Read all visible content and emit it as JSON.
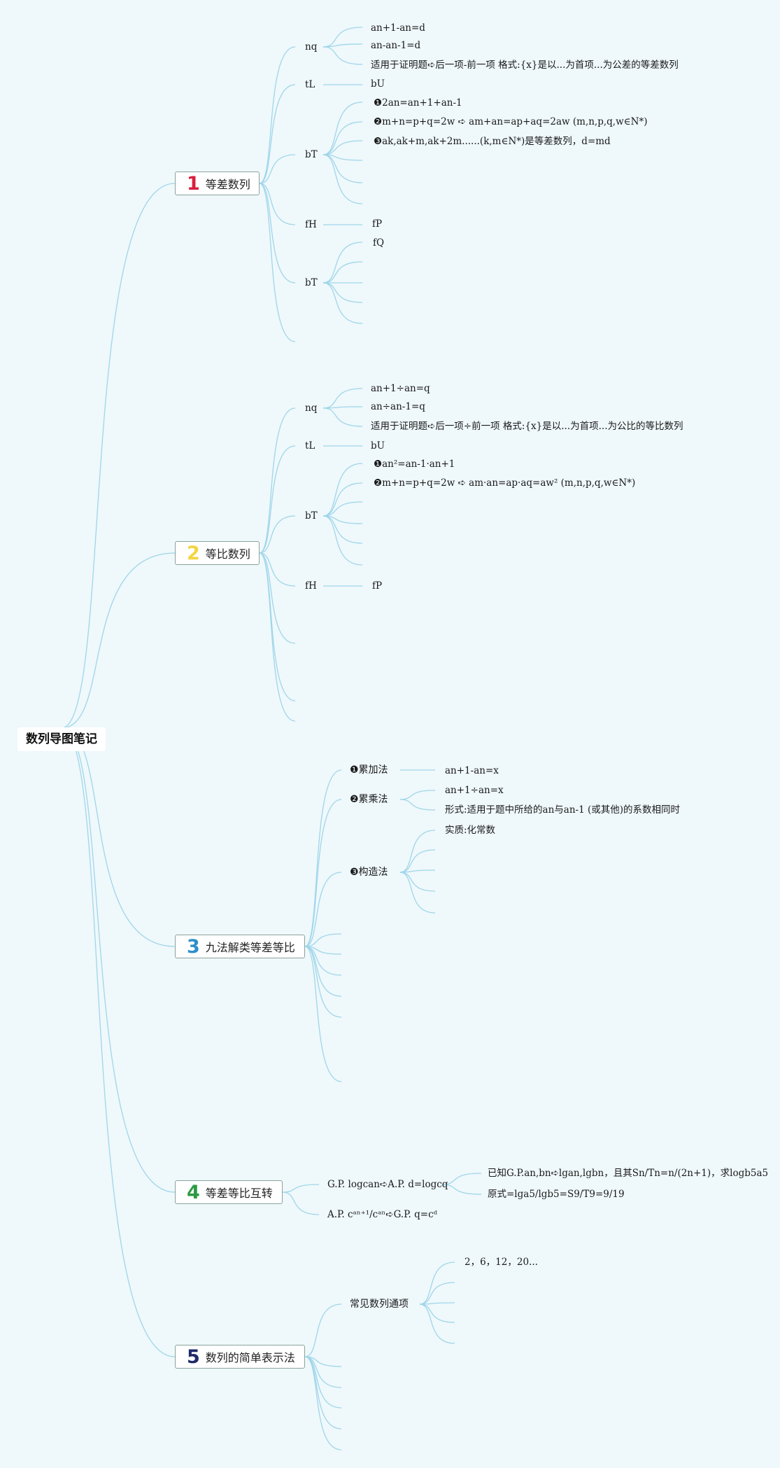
{
  "root": {
    "title": "数列导图笔记"
  },
  "colors": {
    "line": "#9fd6ea",
    "t1": "#d8203f",
    "t2": "#f2d541",
    "t3": "#2e8fc9",
    "t4": "#2d9a45",
    "t5": "#1f2a6b"
  },
  "topics": [
    {
      "num": "1",
      "title": "等差数列",
      "branches": [
        {
          "label": "nq",
          "items": [
            "an+1-an=d",
            "an-an-1=d",
            "适用于证明题➪后一项-前一项 格式:{x}是以...为首项...为公差的等差数列"
          ]
        },
        {
          "label": "tL",
          "items": [
            "bU"
          ]
        },
        {
          "label": "bT",
          "items": [
            "❶2an=an+1+an-1",
            "❷m+n=p+q=2w ➪ am+an=ap+aq=2aw (m,n,p,q,w∈N*)",
            "❸ak,ak+m,ak+2m......(k,m∈N*)是等差数列，d=md"
          ]
        },
        {
          "label": "fH",
          "items": [
            "fP"
          ]
        },
        {
          "label": "bT",
          "items": [
            "fQ"
          ]
        }
      ]
    },
    {
      "num": "2",
      "title": "等比数列",
      "branches": [
        {
          "label": "nq",
          "items": [
            "an+1÷an=q",
            "an÷an-1=q",
            "适用于证明题➪后一项÷前一项 格式:{x}是以...为首项...为公比的等比数列"
          ]
        },
        {
          "label": "tL",
          "items": [
            "bU"
          ]
        },
        {
          "label": "bT",
          "items": [
            "❶an²=an-1·an+1",
            "❷m+n=p+q=2w ➪ am·an=ap·aq=aw² (m,n,p,q,w∈N*)"
          ]
        },
        {
          "label": "fH",
          "items": [
            "fP"
          ]
        }
      ]
    },
    {
      "num": "3",
      "title": "九法解类等差等比",
      "branches": [
        {
          "label": "❶累加法",
          "items": [
            "an+1-an=x"
          ]
        },
        {
          "label": "❷累乘法",
          "items": [
            "an+1÷an=x",
            "形式:适用于题中所给的an与an-1 (或其他)的系数相同时"
          ]
        },
        {
          "label": "❸构造法",
          "items": [
            "实质:化常数"
          ]
        }
      ]
    },
    {
      "num": "4",
      "title": "等差等比互转",
      "branches": [
        {
          "label": "G.P. logcan➪A.P. d=logcq",
          "items": [
            "已知G.P.an,bn➪lgan,lgbn，且其Sn/Tn=n/(2n+1)，求logb5a5",
            "原式=lga5/lgb5=S9/T9=9/19"
          ]
        },
        {
          "label": "A.P. cᵃⁿ⁺¹/cᵃⁿ➪G.P. q=cᵈ",
          "items": []
        }
      ]
    },
    {
      "num": "5",
      "title": "数列的简单表示法",
      "branches": [
        {
          "label": "常见数列通项",
          "items": [
            "2，6，12，20..."
          ]
        }
      ]
    }
  ]
}
